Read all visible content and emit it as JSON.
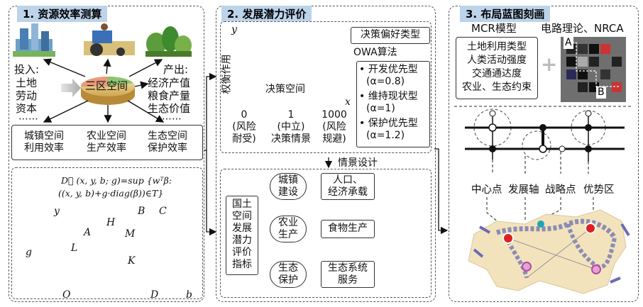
{
  "panel1": {
    "title": "1. 资源效率测算",
    "input_label": "投入:",
    "inputs": [
      "土地",
      "劳动",
      "资本"
    ],
    "center": "三区空间",
    "output_label": "产出:",
    "outputs": [
      "经济产值",
      "粮食产量",
      "生态价值"
    ],
    "dots_left": "⋯⋯",
    "dots_right": "⋯⋯",
    "efficiencies": [
      {
        "line1": "城镇空间",
        "line2": "利用效率"
      },
      {
        "line1": "农业空间",
        "line2": "生产效率"
      },
      {
        "line1": "生态空间",
        "line2": "保护效率"
      }
    ],
    "formula_line1": "D⃗ (x, y, b; g)=sup {wᵀβ:",
    "formula_line2": "((x, y, b)+g·diag(β))∈T}",
    "axis_y": "y",
    "axis_b": "b",
    "axis_g": "g",
    "points": {
      "O": "O",
      "L": "L",
      "A": "A",
      "H": "H",
      "M": "M",
      "K": "K",
      "B": "B",
      "C": "C",
      "D": "D"
    }
  },
  "panel2": {
    "title": "2. 发展潜力评价",
    "axis_y": "y",
    "axis_x": "x",
    "ylabel": "权衡作用",
    "triangle_label": "决策空间",
    "ticks": [
      {
        "value": "0",
        "line1": "(风险",
        "line2": "耐受)"
      },
      {
        "value": "1",
        "line1": "(中立)",
        "line2": "决策情景"
      },
      {
        "value": "1000",
        "line1": "(风险",
        "line2": "规避)"
      }
    ],
    "pref_type": "决策偏好类型",
    "owa": "OWA算法",
    "types": [
      {
        "name": "• 开发优先型",
        "alpha": "(α=0.8)"
      },
      {
        "name": "• 维持现状型",
        "alpha": "(α=1)"
      },
      {
        "name": "• 保护优先型",
        "alpha": "(α=1.2)"
      }
    ],
    "scenario_title": "情景设计",
    "eval_index": [
      "国土",
      "空间",
      "发展",
      "潜力",
      "评价",
      "指标"
    ],
    "scenarios": [
      {
        "c1": "城镇",
        "c2": "建设",
        "r1": "人口、",
        "r2": "经济承载"
      },
      {
        "c1": "农业",
        "c2": "生产",
        "r1": "食物生产",
        "r2": ""
      },
      {
        "c1": "生态",
        "c2": "保护",
        "r1": "生态系统",
        "r2": "服务"
      }
    ]
  },
  "panel3": {
    "title": "3. 布局蓝图刻画",
    "mcr": "MCR模型",
    "circuit": "电路理论、NRCA",
    "factors": [
      "土地利用类型",
      "人类活动强度",
      "交通通达度",
      "农业、生态约束"
    ],
    "plus": "+",
    "grid_a": "A",
    "grid_b": "B",
    "legend": [
      "中心点",
      "发展轴",
      "战略点",
      "优势区"
    ]
  },
  "colors": {
    "title_bg": "#bcd3ea",
    "triangle_top": "#f08a1c",
    "triangle_bottom": "#6aa84f",
    "axis_band": "#8c8cb4",
    "map_fill": "#f3e3bd"
  }
}
